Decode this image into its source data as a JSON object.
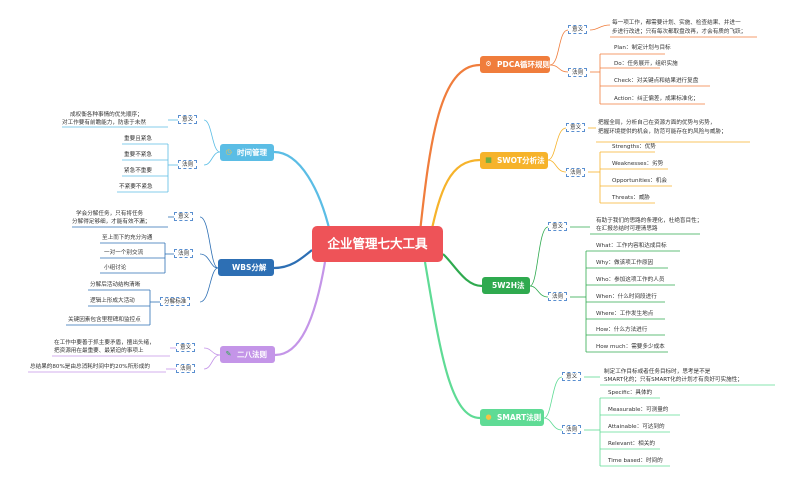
{
  "root": {
    "title": "企业管理七大工具"
  },
  "pdca": {
    "title": "PDCA循环规则",
    "icon": "gear-icon",
    "color": "#f07d3c",
    "meaning_tag": "意义",
    "meaning": [
      "每一项工作，都需要计划、实施、检查结果、并进一",
      "步进行改进；只有每次都取盘改再，才会有质的飞跃；"
    ],
    "rule_tag": "法则",
    "rules": [
      "Plan：制定计划与目标",
      "Do：任务展开，组织实施",
      "Check：对关键点和结果进行复盘",
      "Action：纠正偏差，成果标准化；"
    ]
  },
  "swot": {
    "title": "SWOT分析法",
    "icon": "grid-icon",
    "color": "#f6b32b",
    "meaning_tag": "意义",
    "meaning": [
      "把握全局，分析自己在资源方面的优势与劣势，",
      "把握环境提供的机会，防范可能存在的风险与威胁；"
    ],
    "rule_tag": "法则",
    "rules": [
      "Strengths：优势",
      "Weaknesses：劣势",
      "Opportunities：机会",
      "Threats：威胁"
    ]
  },
  "w2h": {
    "title": "5W2H法",
    "icon": "",
    "color": "#2faa4f",
    "meaning_tag": "意义",
    "meaning": [
      "有助于我们的思路的条理化，杜绝盲目性；",
      "在汇报总结时可理清思路"
    ],
    "rule_tag": "法则",
    "rules": [
      "What：工作内容和达成目标",
      "Why：做该项工作原因",
      "Who：参加这项工作的人员",
      "When：什么时间段进行",
      "Where：工作发生地点",
      "How：什么方法进行",
      "How much：需要多少成本"
    ]
  },
  "smart": {
    "title": "SMART法则",
    "icon": "bulb-icon",
    "color": "#5fdb95",
    "meaning_tag": "意义",
    "meaning": [
      "制定工作目标或者任务目标时，思考是不是",
      "SMART化的；只有SMART化的计划才有良好可实施性；"
    ],
    "rule_tag": "法则",
    "rules": [
      "Specific：具体的",
      "Measurable：可测量的",
      "Attainable：可达到的",
      "Relevant：相关的",
      "Time based：时间的"
    ]
  },
  "time": {
    "title": "时间管理",
    "icon": "clock-icon",
    "color": "#5bbde5",
    "meaning_tag": "意义",
    "meaning": [
      "成权衡各种事情的优先顺序；",
      "对工作要有前瞻能力，防患于未然"
    ],
    "rule_tag": "法则",
    "rules": [
      "重要且紧急",
      "重要不紧急",
      "紧急不重要",
      "不紧要不紧急"
    ]
  },
  "wbs": {
    "title": "WBS分解",
    "icon": "",
    "color": "#2d6fb4",
    "meaning_tag": "意义",
    "meaning": [
      "学会分解任务，只有将任务",
      "分解得足够细，才能有效不漏；"
    ],
    "rule_tag": "法则",
    "rules": [
      "至上而下的充分沟通",
      "一对一个别交流",
      "小组讨论"
    ],
    "std_tag": "分解标准",
    "standards": [
      "分解后活动结构清晰",
      "逻辑上形成大活动",
      "关键因素包含里程碑和监控点"
    ]
  },
  "pareto": {
    "title": "二八法则",
    "icon": "pin-icon",
    "color": "#c495e8",
    "meaning_tag": "意义",
    "meaning": [
      "在工作中要善于抓主要矛盾，擅出头绪，",
      "把资源用在最重要、最紧迫的事项上"
    ],
    "rule_tag": "法则",
    "rules": [
      "总结果的80%是由总消耗时间中的20%所形成的"
    ]
  }
}
